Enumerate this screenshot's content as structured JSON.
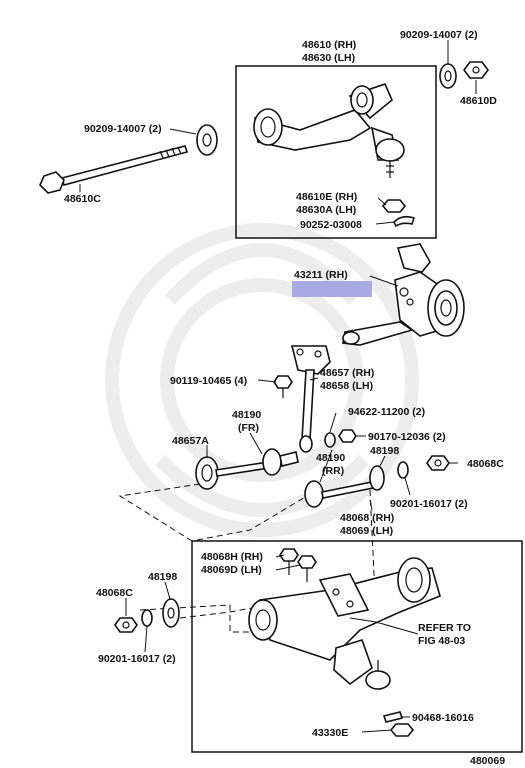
{
  "labels": {
    "upper_arm_rh": "48610 (RH)",
    "upper_arm_lh": "48630 (LH)",
    "washer_top_right": "90209-14007 (2)",
    "nut_upper_right": "48610D",
    "washer_left": "90209-14007 (2)",
    "bolt_upper": "48610C",
    "nut_upper_rh": "48610E (RH)",
    "nut_upper_lh": "48630A (LH)",
    "cotter_upper": "90252-03008",
    "knuckle_rh": "43211 (RH)",
    "bolt_strut": "90119-10465 (4)",
    "strut_rh": "48657 (RH)",
    "strut_lh": "48658 (LH)",
    "cushion_fr_num": "48190",
    "cushion_fr_pos": "(FR)",
    "washer_strut": "94622-11200 (2)",
    "nut_strut": "90170-12036 (2)",
    "retainer": "48657A",
    "cushion_rr_num": "48190",
    "cushion_rr_pos": "(RR)",
    "cam_plate_right": "48198",
    "nut_cam_right": "48068C",
    "washer_cam_right": "90201-16017 (2)",
    "lower_arm_rh": "48068 (RH)",
    "lower_arm_lh": "48069 (LH)",
    "bolt_lower_rh": "48068H (RH)",
    "bolt_lower_lh": "48069D (LH)",
    "cam_plate_left": "48198",
    "nut_cam_left": "48068C",
    "washer_cam_left": "90201-16017 (2)",
    "refer_to": "REFER TO",
    "fig_ref": "FIG 48-03",
    "cotter_lower": "90468-16016",
    "nut_lower": "43330E",
    "diagram_id": "480069"
  },
  "highlight_color": "#a9a9e6"
}
